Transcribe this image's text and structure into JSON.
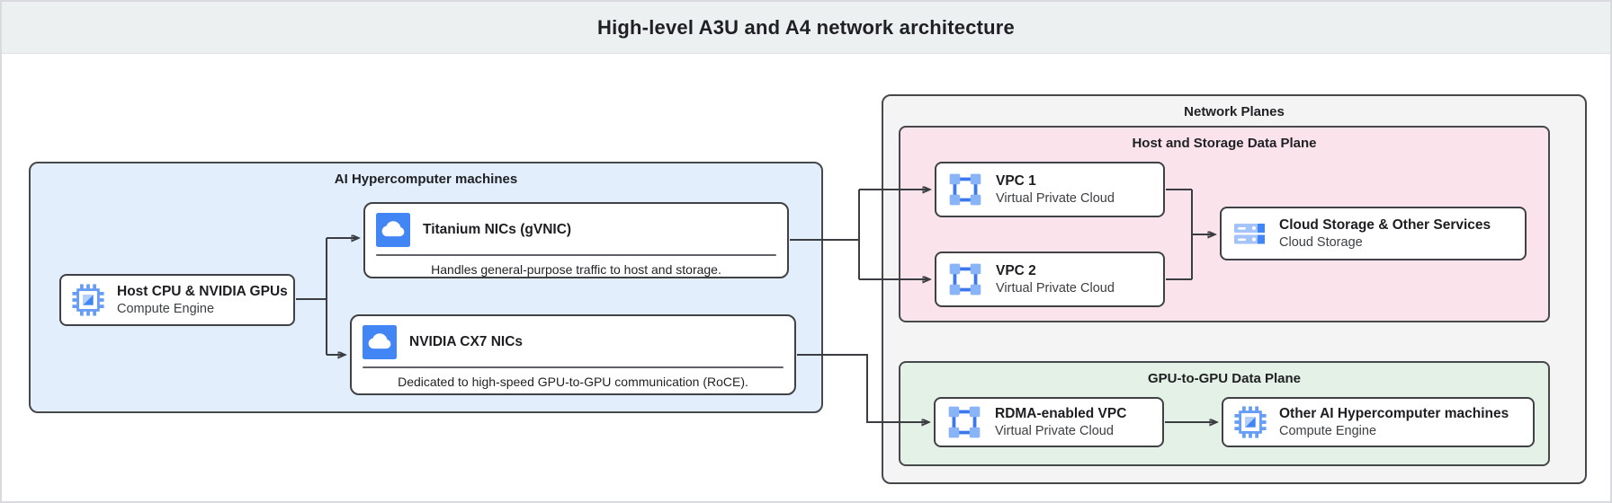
{
  "header": {
    "title": "High-level A3U and A4 network architecture"
  },
  "colors": {
    "accent_blue": "#4285f4",
    "light_blue_box": "#e2eefb",
    "pink_plane": "#fbe3ec",
    "green_plane": "#e4f1e6",
    "gray_box": "#f4f4f5",
    "connector": "#3a3d41"
  },
  "diagram": {
    "ai_box": {
      "label": "AI Hypercomputer machines",
      "nodes": {
        "host": {
          "title": "Host CPU & NVIDIA GPUs",
          "subtitle": "Compute Engine",
          "icon": "compute-engine-icon"
        },
        "titanium": {
          "title": "Titanium NICs (gVNIC)",
          "description": "Handles general-purpose traffic to host and storage.",
          "icon": "cloud-nic-icon"
        },
        "cx7": {
          "title": "NVIDIA CX7 NICs",
          "description": "Dedicated to high-speed GPU-to-GPU communication (RoCE).",
          "icon": "cloud-nic-icon"
        }
      }
    },
    "network_planes": {
      "label": "Network Planes",
      "host_storage_plane": {
        "label": "Host and Storage Data Plane",
        "nodes": {
          "vpc1": {
            "title": "VPC 1",
            "subtitle": "Virtual Private Cloud",
            "icon": "vpc-icon"
          },
          "vpc2": {
            "title": "VPC 2",
            "subtitle": "Virtual Private Cloud",
            "icon": "vpc-icon"
          },
          "storage": {
            "title": "Cloud Storage & Other Services",
            "subtitle": "Cloud Storage",
            "icon": "cloud-storage-icon"
          }
        }
      },
      "gpu_plane": {
        "label": "GPU-to-GPU Data Plane",
        "nodes": {
          "rdma": {
            "title": "RDMA-enabled VPC",
            "subtitle": "Virtual Private Cloud",
            "icon": "vpc-icon"
          },
          "other": {
            "title": "Other AI Hypercomputer machines",
            "subtitle": "Compute Engine",
            "icon": "compute-engine-icon"
          }
        }
      }
    }
  }
}
